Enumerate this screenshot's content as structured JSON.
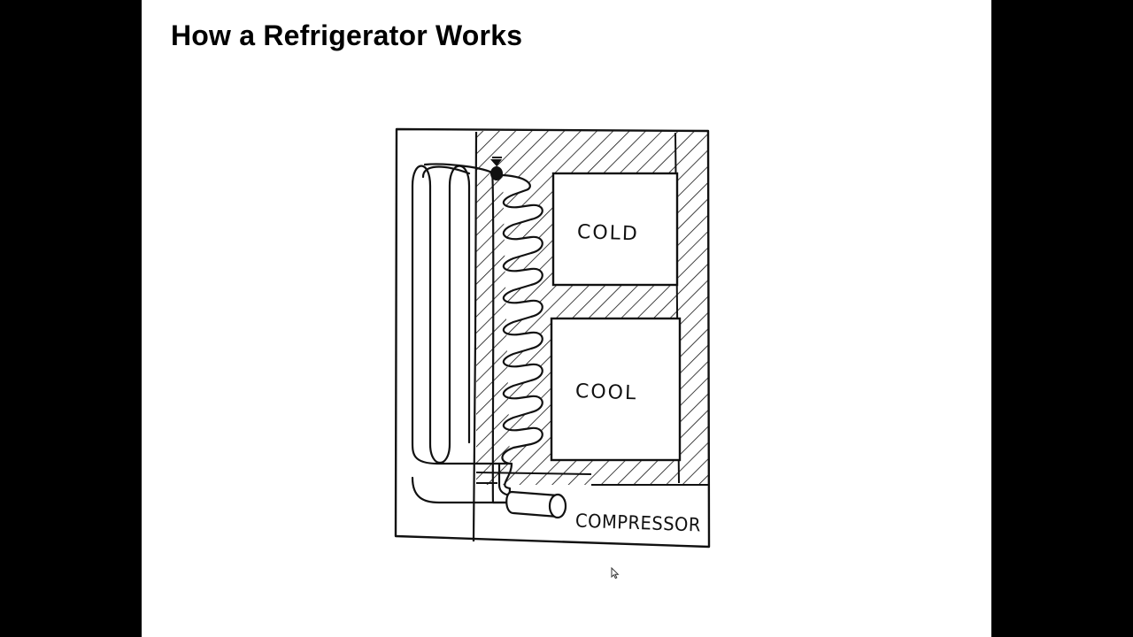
{
  "slide": {
    "title": "How a Refrigerator Works"
  },
  "diagram": {
    "compartments": [
      {
        "label": "COLD"
      },
      {
        "label": "COOL"
      }
    ],
    "component_label": "COMPRESSOR",
    "icons": [
      "expansion-valve-icon",
      "mouse-cursor-icon"
    ]
  }
}
